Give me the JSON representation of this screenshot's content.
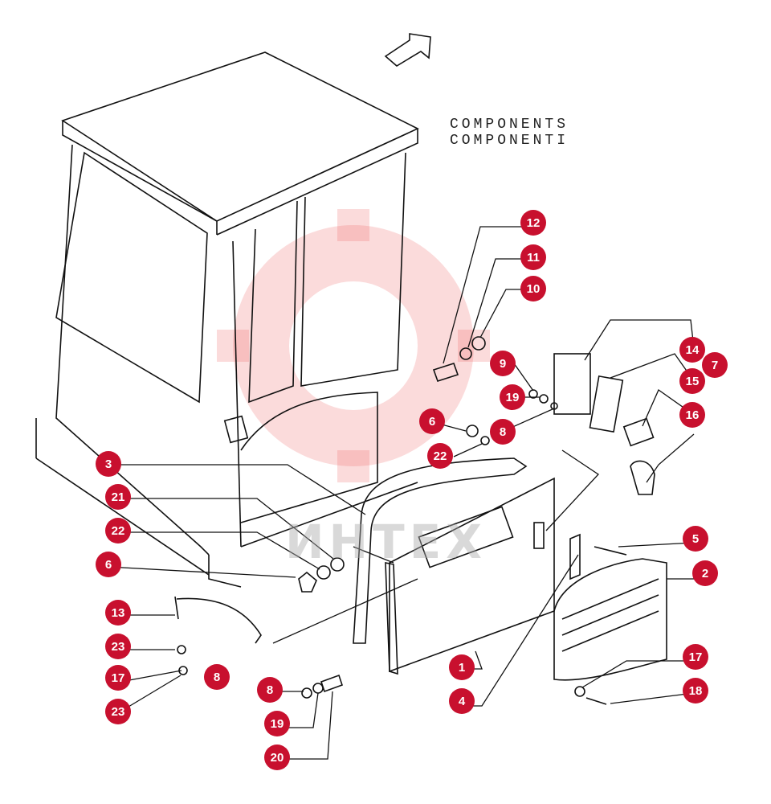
{
  "title": {
    "line1": "COMPONENTS",
    "line2": "COMPONENTI"
  },
  "watermark_text": "ИНТЕХ",
  "accent_color": "#c8102e",
  "callouts": [
    "12",
    "11",
    "10",
    "9",
    "19",
    "8",
    "6",
    "22",
    "14",
    "7",
    "15",
    "16",
    "3",
    "21",
    "22",
    "6",
    "5",
    "2",
    "13",
    "23",
    "17",
    "8",
    "23",
    "1",
    "4",
    "17",
    "18",
    "8",
    "19",
    "20"
  ]
}
